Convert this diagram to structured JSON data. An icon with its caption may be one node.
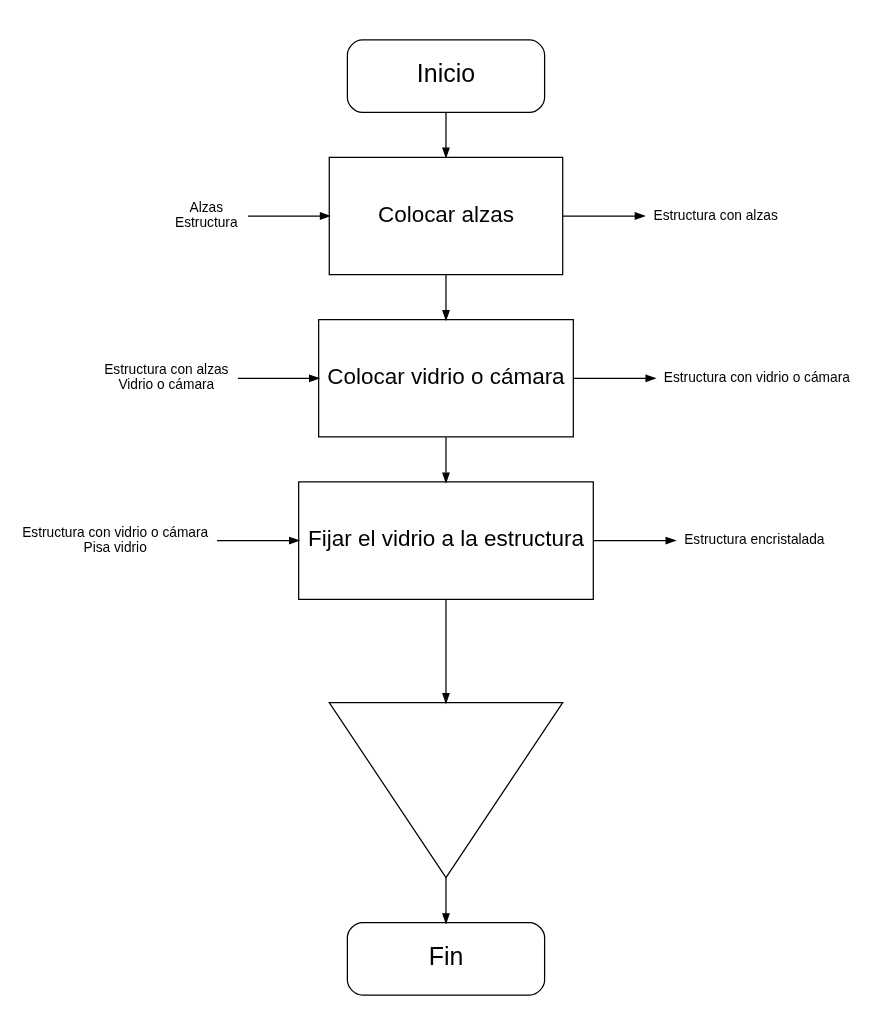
{
  "diagram": {
    "nodes": [
      {
        "text": [
          "Inicio"
        ]
      },
      {
        "text": [
          "Colocar alzas"
        ]
      },
      {
        "text": [
          "Colocar vidrio o cámara"
        ]
      },
      {
        "text": [
          "Fijar el vidrio a la estructura"
        ]
      },
      {
        "text": [],
        "shape": "triangle"
      },
      {
        "text": [
          "Fin"
        ]
      },
      {
        "text": [
          "Alzas",
          "Estructura"
        ]
      },
      {
        "text": [
          "Estructura con alzas"
        ]
      },
      {
        "text": [
          "Estructura con alzas",
          "Vidrio o cámara"
        ]
      },
      {
        "text": [
          "Estructura con vidrio o cámara"
        ]
      },
      {
        "text": [
          "Estructura con vidrio o cámara",
          "Pisa vidrio"
        ]
      },
      {
        "text": [
          "Estructura encristalada"
        ]
      }
    ],
    "edges": [
      {
        "from": 0,
        "to": 1,
        "arrow": "to"
      },
      {
        "from": 1,
        "to": 2,
        "arrow": "to"
      },
      {
        "from": 2,
        "to": 3,
        "arrow": "to"
      },
      {
        "from": 3,
        "to": 4,
        "arrow": "to"
      },
      {
        "from": 4,
        "to": 5,
        "arrow": "to"
      },
      {
        "from": 6,
        "to": 1,
        "arrow": "to"
      },
      {
        "from": 1,
        "to": 7,
        "arrow": "to"
      },
      {
        "from": 8,
        "to": 2,
        "arrow": "to"
      },
      {
        "from": 2,
        "to": 9,
        "arrow": "to"
      },
      {
        "from": 10,
        "to": 3,
        "arrow": "to"
      },
      {
        "from": 3,
        "to": 11,
        "arrow": "to"
      }
    ]
  }
}
